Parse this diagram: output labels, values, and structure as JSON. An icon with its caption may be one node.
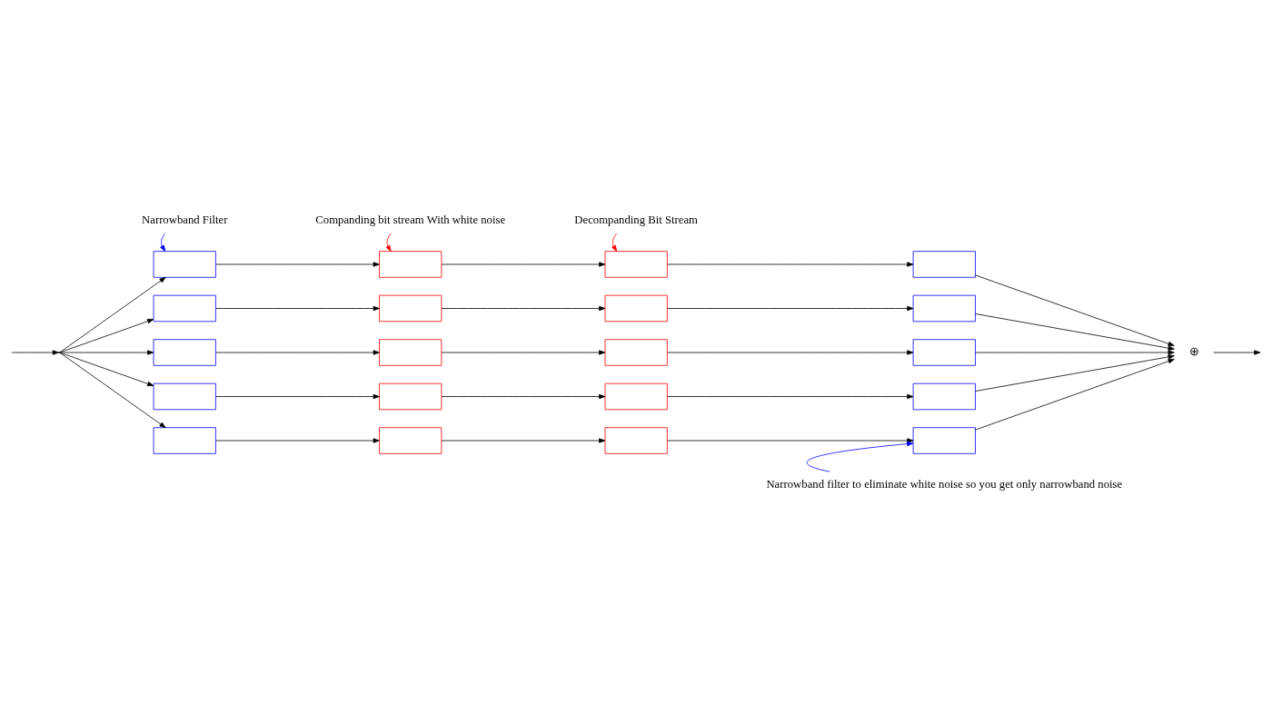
{
  "diagram": {
    "nodes": [
      {
        "text": [],
        "shape": "point"
      },
      {
        "text": [],
        "shape": "box"
      },
      {
        "text": [],
        "shape": "box"
      },
      {
        "text": [],
        "shape": "box"
      },
      {
        "text": [],
        "shape": "box"
      },
      {
        "text": [],
        "shape": "box"
      },
      {
        "text": [],
        "shape": "box"
      },
      {
        "text": [],
        "shape": "box"
      },
      {
        "text": [],
        "shape": "box"
      },
      {
        "text": [],
        "shape": "box"
      },
      {
        "text": [],
        "shape": "box"
      },
      {
        "text": [],
        "shape": "box"
      },
      {
        "text": [],
        "shape": "box"
      },
      {
        "text": [],
        "shape": "box"
      },
      {
        "text": [],
        "shape": "box"
      },
      {
        "text": [],
        "shape": "box"
      },
      {
        "text": [],
        "shape": "box"
      },
      {
        "text": [],
        "shape": "box"
      },
      {
        "text": [],
        "shape": "box"
      },
      {
        "text": [],
        "shape": "box"
      },
      {
        "text": [],
        "shape": "box"
      },
      {
        "text": [
          "⊕"
        ]
      },
      {
        "text": [
          "Narrowband Filter"
        ]
      },
      {
        "text": [
          "Companding bit stream With white noise"
        ]
      },
      {
        "text": [
          "Decompanding Bit Stream"
        ]
      },
      {
        "text": [
          "Narrowband filter to eliminate white noise so you get only narrowband noise"
        ]
      }
    ],
    "edges": [
      {
        "from": null,
        "to": 0,
        "arrow": "to"
      },
      {
        "from": 0,
        "to": 1,
        "arrow": "to"
      },
      {
        "from": 1,
        "to": 2,
        "arrow": "to"
      },
      {
        "from": 2,
        "to": 3,
        "arrow": "to"
      },
      {
        "from": 3,
        "to": 4,
        "arrow": "to"
      },
      {
        "from": 0,
        "to": 5,
        "arrow": "to"
      },
      {
        "from": 5,
        "to": 6,
        "arrow": "to"
      },
      {
        "from": 6,
        "to": 7,
        "arrow": "to"
      },
      {
        "from": 7,
        "to": 8,
        "arrow": "to"
      },
      {
        "from": 0,
        "to": 9,
        "arrow": "to"
      },
      {
        "from": 9,
        "to": 10,
        "arrow": "to"
      },
      {
        "from": 10,
        "to": 11,
        "arrow": "to"
      },
      {
        "from": 11,
        "to": 12,
        "arrow": "to"
      },
      {
        "from": 0,
        "to": 13,
        "arrow": "to"
      },
      {
        "from": 13,
        "to": 14,
        "arrow": "to"
      },
      {
        "from": 14,
        "to": 15,
        "arrow": "to"
      },
      {
        "from": 15,
        "to": 16,
        "arrow": "to"
      },
      {
        "from": 0,
        "to": 17,
        "arrow": "to"
      },
      {
        "from": 17,
        "to": 18,
        "arrow": "to"
      },
      {
        "from": 18,
        "to": 19,
        "arrow": "to"
      },
      {
        "from": 19,
        "to": 20,
        "arrow": "to"
      },
      {
        "from": 4,
        "to": 21,
        "arrow": "to"
      },
      {
        "from": 8,
        "to": 21,
        "arrow": "to"
      },
      {
        "from": 12,
        "to": 21,
        "arrow": "to"
      },
      {
        "from": 16,
        "to": 21,
        "arrow": "to"
      },
      {
        "from": 20,
        "to": 21,
        "arrow": "to"
      },
      {
        "from": 21,
        "to": null,
        "arrow": "to"
      },
      {
        "from": 22,
        "to": 1,
        "arrow": "to",
        "color": "#0000ff"
      },
      {
        "from": 23,
        "to": 2,
        "arrow": "to",
        "color": "#ff0000"
      },
      {
        "from": 24,
        "to": 3,
        "arrow": "to",
        "color": "#ff0000"
      },
      {
        "from": 25,
        "to": 20,
        "arrow": "to",
        "color": "#0000ff"
      }
    ]
  }
}
